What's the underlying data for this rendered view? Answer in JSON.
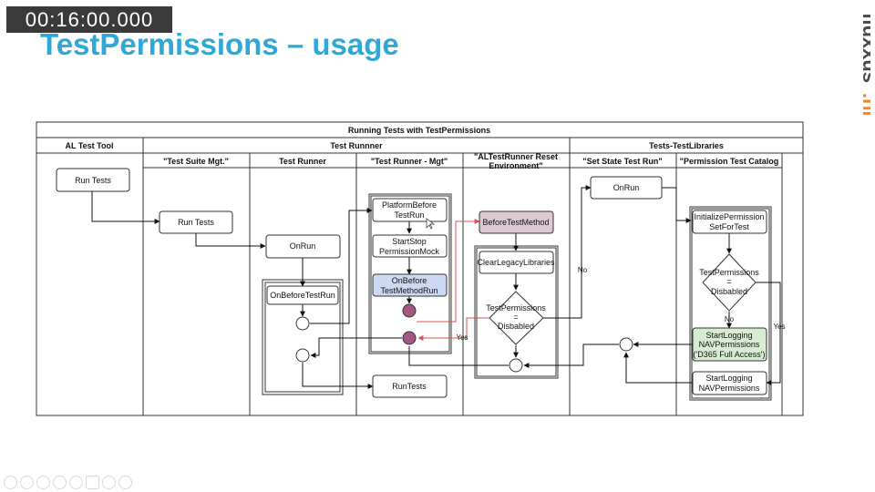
{
  "video": {
    "timestamp": "00:16:00.000"
  },
  "slide": {
    "title": "TestPermissions – usage",
    "logo_text": "fluxxus",
    "logo_suffix": ".nl"
  },
  "diagram": {
    "title": "Running Tests with TestPermissions",
    "pools": {
      "al_test_tool": "AL Test Tool",
      "test_runner": "Test Runnner",
      "test_libraries": "Tests-TestLibraries"
    },
    "lanes": {
      "test_suite_mgt": "\"Test Suite Mgt.\"",
      "test_runner": "Test Runner",
      "test_runner_mgt": "\"Test Runner - Mgt\"",
      "reset_env_line1": "\"ALTestRunner Reset",
      "reset_env_line2": "Environment\"",
      "set_state": "\"Set State Test Run\"",
      "perm_catalog": "\"Permission Test Catalog"
    },
    "nodes": {
      "run_tests_tool": "Run Tests",
      "run_tests_suite": "Run Tests",
      "onrun_runner": "OnRun",
      "on_before_test_run": "OnBeforeTestRun",
      "platform_line1": "PlatformBefore",
      "platform_line2": "TestRun",
      "startstop_line1": "StartStop",
      "startstop_line2": "PermissionMock",
      "onbefore_line1": "OnBefore",
      "onbefore_line2": "TestMethodRun",
      "run_tests_mgt": "RunTests",
      "before_test_method": "BeforeTestMethod",
      "clear_legacy": "ClearLegacyLibraries",
      "decision_reset_line1": "TestPermissions",
      "decision_reset_line2": "=",
      "decision_reset_line3": "Disbabled",
      "onrun_state": "OnRun",
      "init_perm_line1": "InitializePermission",
      "init_perm_line2": "SetForTest",
      "decision_cat_line1": "TestPermissions",
      "decision_cat_line2": "=",
      "decision_cat_line3": "Disbabled",
      "start_logging_green_line1": "StartLogging",
      "start_logging_green_line2": "NAVPermissions",
      "start_logging_green_line3": "('D365 Full Access')",
      "start_logging_line1": "StartLogging",
      "start_logging_line2": "NAVPermissions"
    },
    "edge_labels": {
      "no_left": "No",
      "no_catalog": "No",
      "yes_catalog": "Yes",
      "yes_reset": "Yes"
    }
  },
  "colors": {
    "title_blue": "#2fa8d8",
    "logo_gray": "#4a4a4a",
    "logo_orange": "#f08a1c",
    "highlight_pink": "#dcc9d3",
    "highlight_blue": "#cdd8f2",
    "highlight_green": "#d8ecd2",
    "event_purple": "#a35884",
    "red_arrow": "#d9534f"
  },
  "icons": [
    "prev-icon",
    "next-icon",
    "pen-icon",
    "slides-icon",
    "zoom-icon",
    "subtitles-icon",
    "camera-icon",
    "more-icon"
  ]
}
